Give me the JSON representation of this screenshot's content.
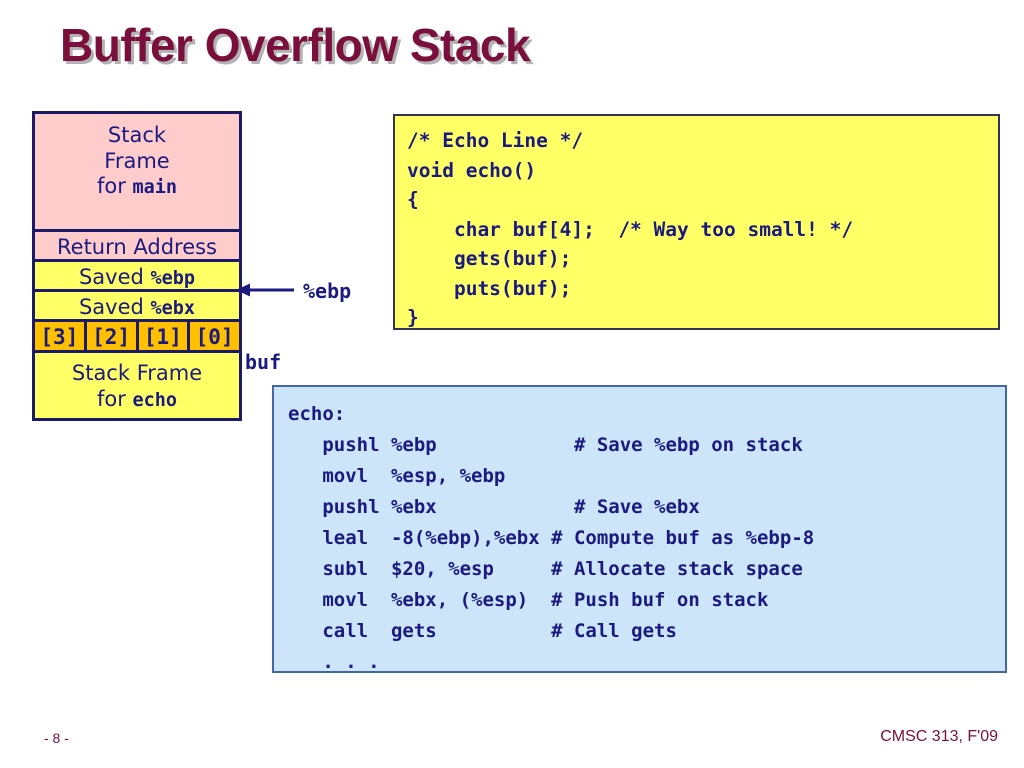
{
  "slide": {
    "title": "Buffer Overflow Stack"
  },
  "stack_diagram": {
    "rows": [
      {
        "name": "main-frame",
        "line1": "Stack",
        "line2": "Frame",
        "line3_prefix": "for ",
        "line3_mono": "main",
        "fill": "#FFCCCC"
      },
      {
        "name": "return-address",
        "label": "Return Address",
        "fill": "#FFCCCC"
      },
      {
        "name": "saved-ebp",
        "label_prefix": "Saved ",
        "label_mono": "%ebp",
        "fill": "#FFFF66"
      },
      {
        "name": "saved-ebx",
        "label_prefix": "Saved ",
        "label_mono": "%ebx",
        "fill": "#FFFF66"
      },
      {
        "name": "buf",
        "cells": [
          "[3]",
          "[2]",
          "[1]",
          "[0]"
        ],
        "fill": "#FFC000"
      },
      {
        "name": "echo-frame",
        "line1": "Stack Frame",
        "line2_prefix": "for ",
        "line2_mono": "echo",
        "fill": "#FFFF66"
      }
    ],
    "buf_label": "buf",
    "ebp_label": "%ebp",
    "border_color": "#1A1A66",
    "text_color": "#1A1A80"
  },
  "c_code": {
    "background": "#FFFF66",
    "text": "/* Echo Line */\nvoid echo()\n{\n    char buf[4];  /* Way too small! */\n    gets(buf);\n    puts(buf);\n}"
  },
  "asm_code": {
    "background": "#CCE5F8",
    "text": "echo:\n   pushl %ebp            # Save %ebp on stack\n   movl  %esp, %ebp\n   pushl %ebx            # Save %ebx\n   leal  -8(%ebp),%ebx # Compute buf as %ebp-8\n   subl  $20, %esp     # Allocate stack space\n   movl  %ebx, (%esp)  # Push buf on stack\n   call  gets          # Call gets\n   . . ."
  },
  "footer": {
    "page_number": "- 8 -",
    "course": "CMSC 313, F'09",
    "color": "#7B0F3C"
  }
}
